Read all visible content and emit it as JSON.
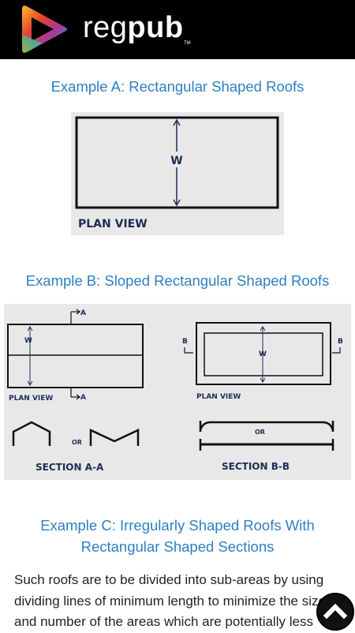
{
  "header": {
    "logo_text_regular": "reg",
    "logo_text_bold": "pub",
    "logo_tm": "TM"
  },
  "example_a": {
    "heading": "Example A: Rectangular Shaped Roofs",
    "diagram": {
      "width_label": "W",
      "plan_label": "PLAN VIEW"
    }
  },
  "example_b": {
    "heading": "Example B: Sloped Rectangular Shaped Roofs",
    "diagram": {
      "marker_a": "A",
      "marker_b": "B",
      "width_label": "W",
      "plan_label": "PLAN VIEW",
      "or_label": "OR",
      "section_aa": "SECTION A-A",
      "section_bb": "SECTION B-B"
    }
  },
  "example_c": {
    "heading_line1": "Example C: Irregularly Shaped Roofs With",
    "heading_line2": "Rectangular Shaped Sections"
  },
  "body": {
    "line1": "Such roofs are to be divided into sub-areas by using",
    "line2": "dividing lines of minimum length to minimize the size",
    "line3": "and number of the areas which are potentially less"
  },
  "scroll_top_button": {
    "icon": "chevron-up-icon"
  }
}
